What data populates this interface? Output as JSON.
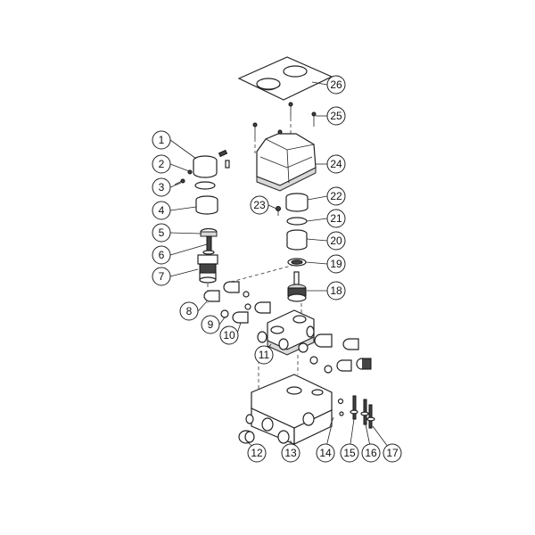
{
  "callouts": [
    {
      "label": "1"
    },
    {
      "label": "2"
    },
    {
      "label": "3"
    },
    {
      "label": "4"
    },
    {
      "label": "5"
    },
    {
      "label": "6"
    },
    {
      "label": "7"
    },
    {
      "label": "8"
    },
    {
      "label": "9"
    },
    {
      "label": "10"
    },
    {
      "label": "11"
    },
    {
      "label": "12"
    },
    {
      "label": "13"
    },
    {
      "label": "14"
    },
    {
      "label": "15"
    },
    {
      "label": "16"
    },
    {
      "label": "17"
    },
    {
      "label": "18"
    },
    {
      "label": "19"
    },
    {
      "label": "20"
    },
    {
      "label": "21"
    },
    {
      "label": "22"
    },
    {
      "label": "23"
    },
    {
      "label": "24"
    },
    {
      "label": "25"
    },
    {
      "label": "26"
    }
  ],
  "colors": {
    "line": "#222222",
    "background": "#ffffff"
  }
}
